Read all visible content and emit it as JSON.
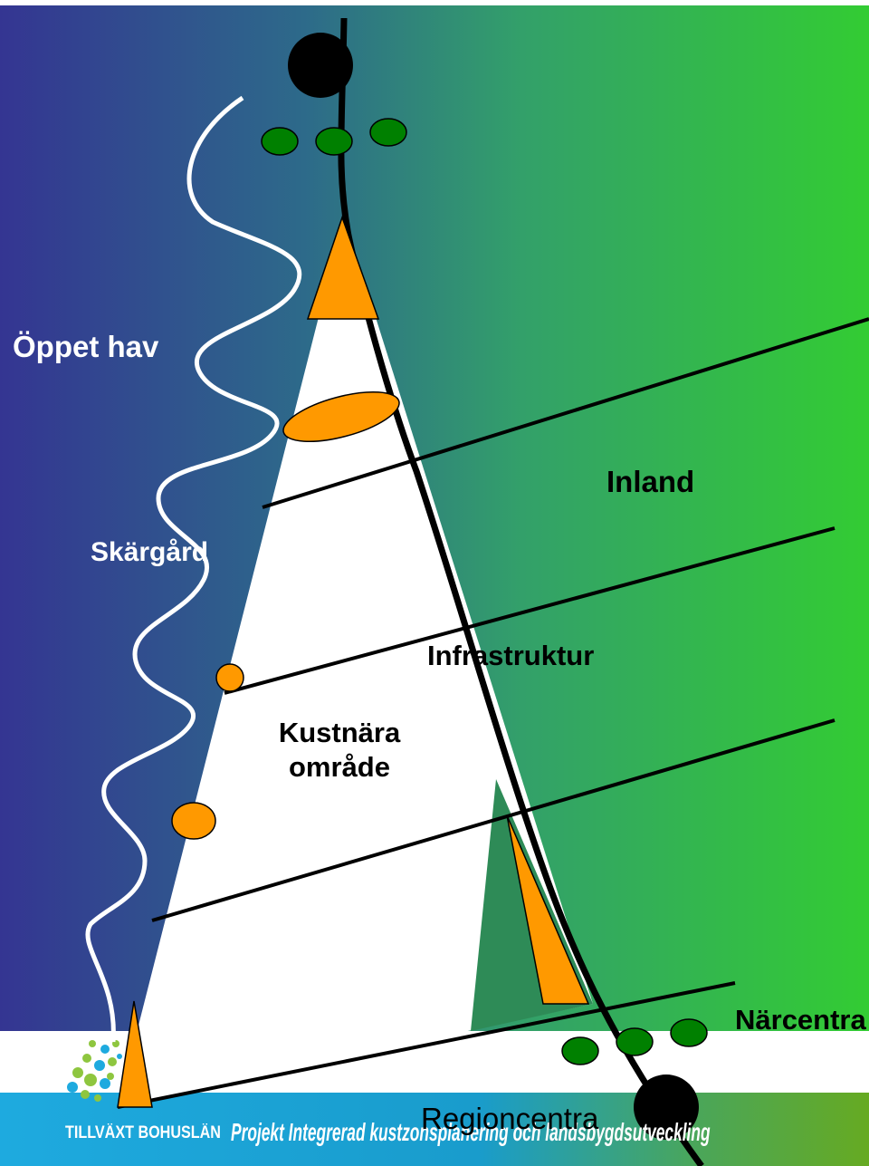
{
  "labels": {
    "open_sea": "Öppet hav",
    "archipelago": "Skärgård",
    "inland": "Inland",
    "infrastructure": "Infrastruktur",
    "coastal_area_line1": "Kustnära",
    "coastal_area_line2": "område",
    "local_centre": "Närcentra",
    "regional_centre": "Regioncentra"
  },
  "footer": {
    "logo_text": "TILLVÄXT BOHUSLÄN",
    "project_title": "Projekt Integrerad kustzonsplanering och landsbygdsutveckling"
  },
  "colors": {
    "sea": "#343592",
    "land": "#33cc33",
    "orange": "#ff9900",
    "node_green": "#008000",
    "node_black": "#000000",
    "banner_blue": "#1eaadf",
    "banner_green": "#66aa22"
  }
}
